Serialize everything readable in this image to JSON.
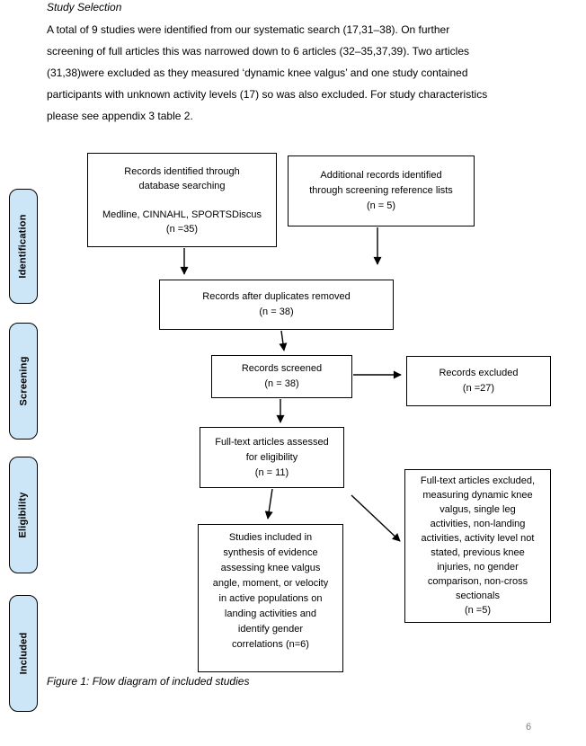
{
  "page": {
    "heading": "Study Selection",
    "paragraph": "A total of 9 studies were identified from our systematic search (17,31–38). On further\nscreening of full articles this was narrowed down to 6 articles (32–35,37,39). Two articles\n(31,38)were excluded as they measured ‘dynamic knee valgus’ and one study contained\nparticipants with unknown activity levels (17) so was also excluded. For study characteristics\nplease see appendix 3 table 2.",
    "figure_caption": "Figure 1: Flow diagram of included studies",
    "page_number": "6"
  },
  "flowchart": {
    "stage_fill": "#CDE6F7",
    "stage_labels": [
      {
        "label": "Identification"
      },
      {
        "label": "Screening"
      },
      {
        "label": "Eligibility"
      },
      {
        "label": "Included"
      }
    ],
    "boxes": {
      "identified": "Records identified through\ndatabase searching\n\nMedline, CINNAHL, SPORTSDiscus\n(n =35)",
      "additional": "Additional records identified\nthrough screening reference lists\n(n = 5)",
      "duplicates_removed": "Records after duplicates removed\n(n = 38)",
      "screened": "Records screened\n(n = 38)",
      "excluded": "Records excluded\n(n =27)",
      "fulltext_assessed": "Full-text articles assessed\nfor eligibility\n(n = 11)",
      "included_synthesis": "Studies included in\nsynthesis of evidence\nassessing knee valgus\nangle, moment, or velocity\nin active populations on\nlanding activities and\nidentify gender\ncorrelations (n=6)",
      "fulltext_excluded": "Full-text articles excluded,\nmeasuring dynamic knee\nvalgus, single leg\nactivities, non-landing\nactivities, activity level not\nstated, previous knee\ninjuries, no gender\ncomparison, non-cross\nsectionals\n(n =5)"
    }
  }
}
